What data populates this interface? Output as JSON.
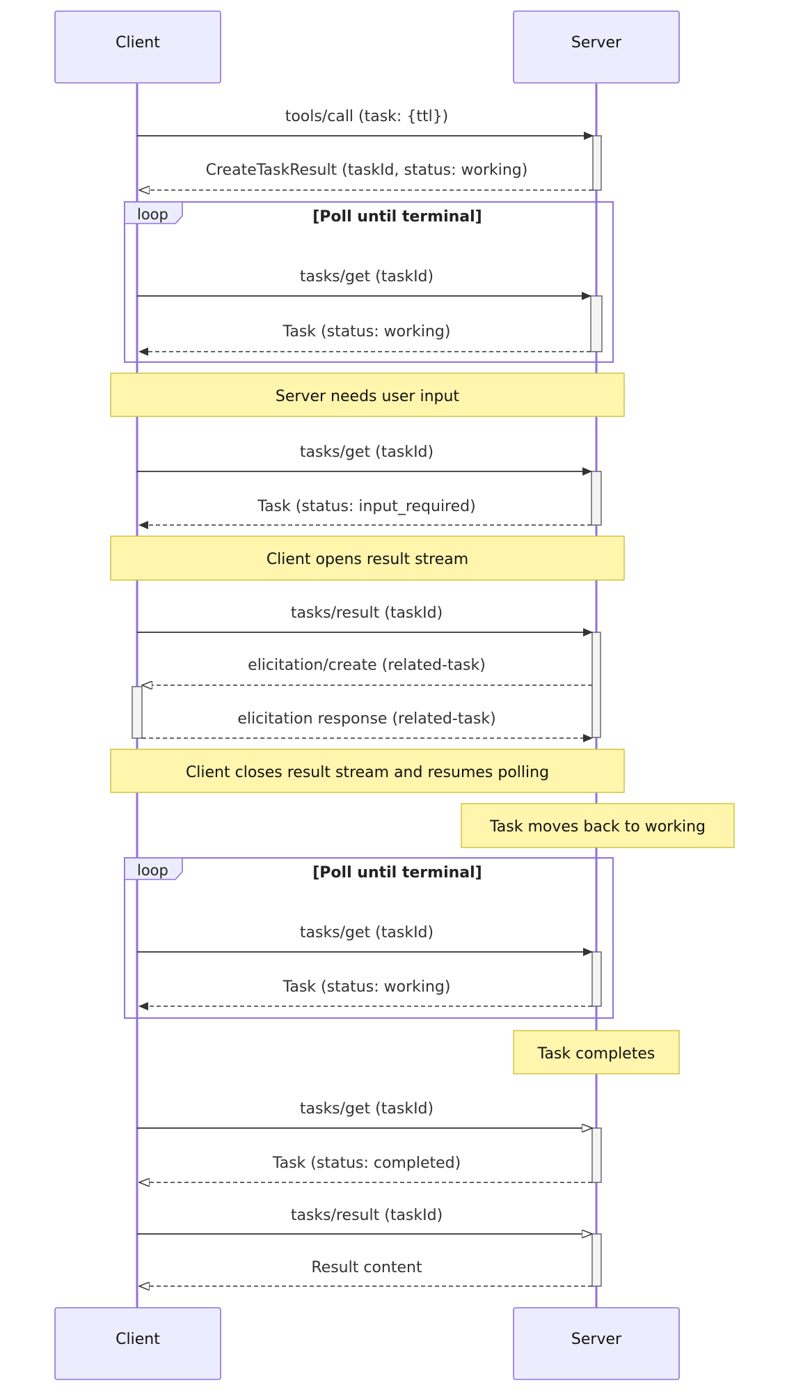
{
  "participants": {
    "client": "Client",
    "server": "Server"
  },
  "messages": [
    {
      "id": "m1",
      "text": "tools/call (task: {ttl})",
      "dir": "right",
      "style": "solid"
    },
    {
      "id": "m2",
      "text": "CreateTaskResult (taskId, status: working)",
      "dir": "left",
      "style": "dashed"
    },
    {
      "id": "m3",
      "text": "tasks/get (taskId)",
      "dir": "right",
      "style": "solid"
    },
    {
      "id": "m4",
      "text": "Task (status: working)",
      "dir": "left",
      "style": "dashed"
    },
    {
      "id": "m5",
      "text": "tasks/get (taskId)",
      "dir": "right",
      "style": "solid"
    },
    {
      "id": "m6",
      "text": "Task (status: input_required)",
      "dir": "left",
      "style": "dashed"
    },
    {
      "id": "m7",
      "text": "tasks/result (taskId)",
      "dir": "right",
      "style": "solid"
    },
    {
      "id": "m8",
      "text": "elicitation/create (related-task)",
      "dir": "left",
      "style": "dashed"
    },
    {
      "id": "m9",
      "text": "elicitation response (related-task)",
      "dir": "right",
      "style": "dashed"
    },
    {
      "id": "m10",
      "text": "tasks/get (taskId)",
      "dir": "right",
      "style": "solid"
    },
    {
      "id": "m11",
      "text": "Task (status: working)",
      "dir": "left",
      "style": "dashed"
    },
    {
      "id": "m12",
      "text": "tasks/get (taskId)",
      "dir": "right",
      "style": "solid"
    },
    {
      "id": "m13",
      "text": "Task (status: completed)",
      "dir": "left",
      "style": "dashed"
    },
    {
      "id": "m14",
      "text": "tasks/result (taskId)",
      "dir": "right",
      "style": "solid"
    },
    {
      "id": "m15",
      "text": "Result content",
      "dir": "left",
      "style": "dashed"
    }
  ],
  "notes": [
    {
      "id": "n1",
      "text": "Server needs user input"
    },
    {
      "id": "n2",
      "text": "Client opens result stream"
    },
    {
      "id": "n3",
      "text": "Client closes result stream and resumes polling"
    },
    {
      "id": "n4",
      "text": "Task moves back to working"
    },
    {
      "id": "n5",
      "text": "Task completes"
    }
  ],
  "loops": [
    {
      "id": "l1",
      "label": "loop",
      "condition": "[Poll until terminal]"
    },
    {
      "id": "l2",
      "label": "loop",
      "condition": "[Poll until terminal]"
    }
  ],
  "colors": {
    "actor_fill": "#ececff",
    "actor_border": "#9370db",
    "lifeline": "#9370db",
    "note_fill": "#fff5ad",
    "note_border": "#c9c13a",
    "message_line": "#333333"
  }
}
